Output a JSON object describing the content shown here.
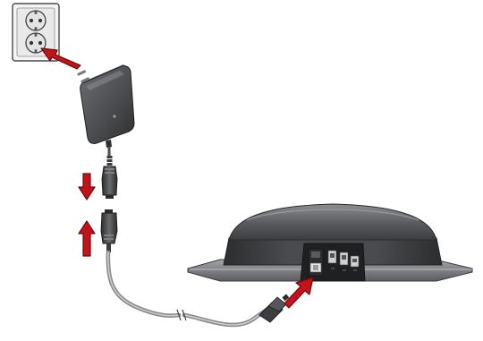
{
  "diagram": {
    "type": "installation-illustration",
    "steps": [
      {
        "icon": "wall-outlet-icon",
        "action": "plug-in",
        "arrow_direction": "left"
      },
      {
        "icon": "power-adapter-icon"
      },
      {
        "icon": "cable-connector-icon",
        "action": "connect",
        "arrow_direction": "down-and-up"
      },
      {
        "icon": "speaker-base-icon",
        "action": "insert",
        "arrow_direction": "up-right"
      }
    ],
    "colors": {
      "arrow_fill": "#c4121a",
      "arrow_outline": "#6e0a0d",
      "device_dark": "#3a3b3d",
      "device_mid": "#5a5b5e",
      "device_light": "#8e8f92",
      "outlet_frame": "#f2f2f2",
      "cable": "#7a7b7e"
    }
  }
}
